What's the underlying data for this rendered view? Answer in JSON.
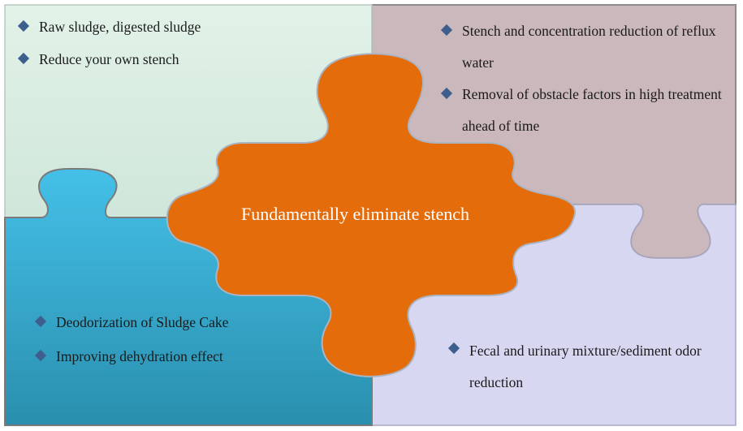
{
  "center": {
    "label": "Fundamentally eliminate stench"
  },
  "top_left": {
    "items": [
      "Raw sludge, digested sludge",
      "Reduce your own stench"
    ]
  },
  "top_right": {
    "items": [
      "Stench and concentration reduction of reflux water",
      "Removal of obstacle factors in high treatment ahead of time"
    ]
  },
  "bottom_left": {
    "items": [
      "Deodorization of Sludge Cake",
      "Improving dehydration effect"
    ]
  },
  "bottom_right": {
    "items": [
      "Fecal and urinary mixture/sediment odor reduction"
    ]
  },
  "colors": {
    "top_left": "#d8ebe0",
    "top_right": "#cbb8bc",
    "bottom_left": "#3fb4da",
    "bottom_right": "#d8d7f2",
    "center": "#e46c0a",
    "bullet": "#3e5f8e"
  }
}
